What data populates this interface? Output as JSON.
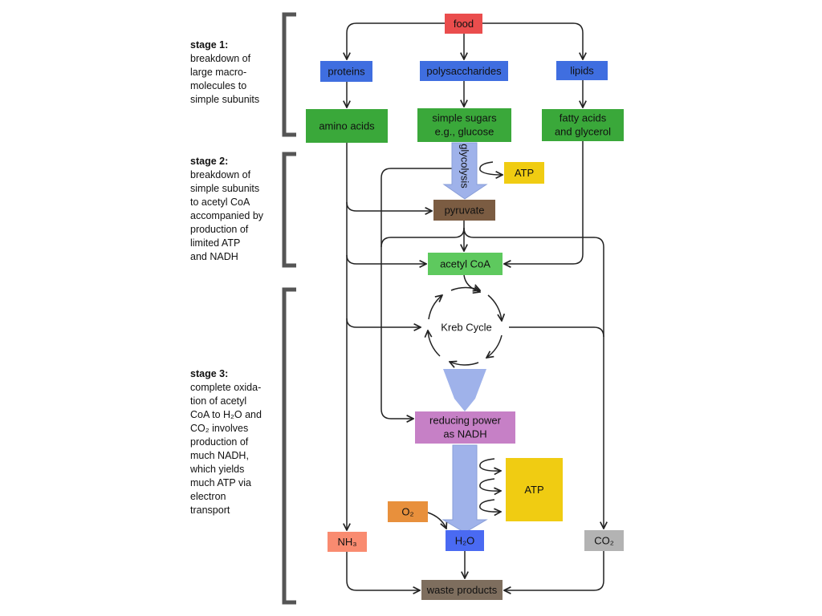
{
  "stages": [
    {
      "heading": "stage 1:",
      "lines": [
        "breakdown of",
        "large macro-",
        "molecules to",
        "simple subunits"
      ]
    },
    {
      "heading": "stage 2:",
      "lines": [
        "breakdown of",
        "simple subunits",
        "to acetyl CoA",
        "accompanied by",
        "production of",
        "limited ATP",
        "and NADH"
      ]
    },
    {
      "heading": "stage 3:",
      "lines": [
        "complete oxida-",
        "tion of acetyl",
        "CoA to H₂O and",
        "CO₂ involves",
        "production of",
        "much NADH,",
        "which yields",
        "much ATP via",
        "electron",
        "transport"
      ]
    }
  ],
  "nodes": {
    "food": "food",
    "proteins": "proteins",
    "polysaccharides": "polysaccharides",
    "lipids": "lipids",
    "amino_acids": "amino acids",
    "simple_sugars": [
      "simple sugars",
      "e.g., glucose"
    ],
    "fatty_acids": [
      "fatty acids",
      "and glycerol"
    ],
    "glycolysis": "glycolysis",
    "atp_small": "ATP",
    "pyruvate": "pyruvate",
    "acetyl_coa": "acetyl CoA",
    "kreb_cycle": "Kreb Cycle",
    "nadh": [
      "reducing power",
      "as NADH"
    ],
    "atp_large": "ATP",
    "o2": "O₂",
    "h2o": "H₂O",
    "nh3": "NH₃",
    "co2": "CO₂",
    "waste": "waste products"
  },
  "colors": {
    "food": "#ea4d4d",
    "macromolecule": "#3f6ee0",
    "subunit": "#3aa83a",
    "acetyl_coa": "#5ec95e",
    "atp": "#f0cc12",
    "pyruvate": "#7b5c42",
    "nadh": "#c680c6",
    "o2": "#e8903c",
    "h2o": "#4a6af2",
    "nh3": "#f98b70",
    "co2": "#b3b3b3",
    "waste": "#7e6e5e",
    "flow_arrow": "#9fb2ea",
    "bracket": "#555555"
  }
}
